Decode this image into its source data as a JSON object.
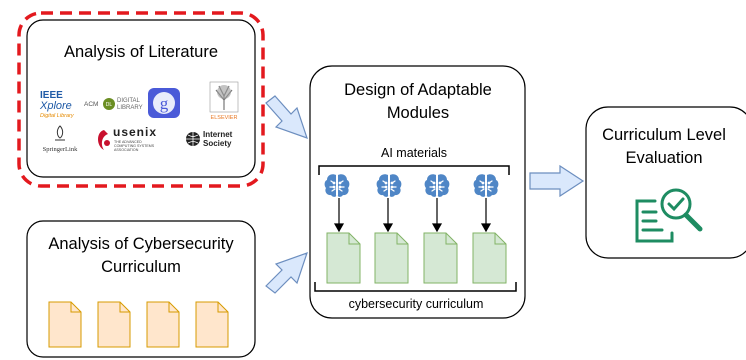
{
  "boxes": {
    "literature": {
      "title": "Analysis of Literature",
      "logos": {
        "ieee_top": "IEEE",
        "ieee_mid": "Xplore",
        "ieee_sub": "Digital Library",
        "acm_a": "ACM",
        "acm_dl": "DL",
        "acm_top": "DIGITAL",
        "acm_bottom": "LIBRARY",
        "google_scholar": "g",
        "elsevier": "ELSEVIER",
        "springer": "SpringerLink",
        "usenix": "usenix",
        "usenix_sub1": "THE ADVANCED",
        "usenix_sub2": "COMPUTING SYSTEMS",
        "usenix_sub3": "ASSOCIATION",
        "isoc_top": "Internet",
        "isoc_bottom": "Society"
      }
    },
    "cyber": {
      "title_line1": "Analysis of Cybersecurity",
      "title_line2": "Curriculum"
    },
    "design": {
      "title_line1": "Design of Adaptable",
      "title_line2": "Modules",
      "ai_label": "AI materials",
      "curriculum_label": "cybersecurity curriculum"
    },
    "evaluation": {
      "title_line1": "Curriculum Level",
      "title_line2": "Evaluation"
    }
  },
  "colors": {
    "dashed_border": "#e3191e",
    "arrow_fill": "#dae8fc",
    "arrow_stroke": "#6c8ebf",
    "doc_yellow_fill": "#ffe6cc",
    "doc_yellow_stroke": "#d79b00",
    "doc_green_fill": "#d5e8d4",
    "doc_green_stroke": "#82b366",
    "brain_blue": "#4f86c6",
    "eval_green": "#1e8c62"
  },
  "icons": {
    "ai": "brain-icon",
    "document": "document-icon",
    "evaluation": "search-checklist-icon"
  }
}
